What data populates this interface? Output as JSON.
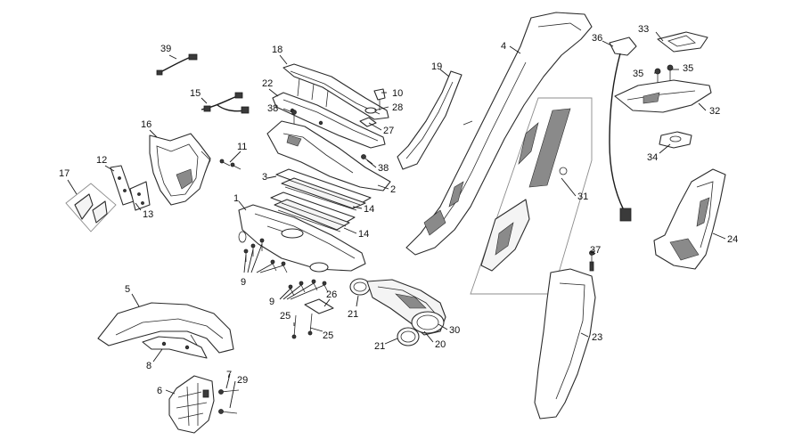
{
  "diagram": {
    "callouts": {
      "c1": "1",
      "c2": "2",
      "c3": "3",
      "c4": "4",
      "c5": "5",
      "c6": "6",
      "c7": "7",
      "c8": "8",
      "c9a": "9",
      "c9b": "9",
      "c10": "10",
      "c11": "11",
      "c12": "12",
      "c13": "13",
      "c14a": "14",
      "c14b": "14",
      "c15": "15",
      "c16": "16",
      "c17": "17",
      "c18": "18",
      "c19": "19",
      "c20": "20",
      "c21a": "21",
      "c21b": "21",
      "c22": "22",
      "c23": "23",
      "c24": "24",
      "c25a": "25",
      "c25b": "25",
      "c26": "26",
      "c27": "27",
      "c28": "28",
      "c29": "29",
      "c30": "30",
      "c31": "31",
      "c32": "32",
      "c33": "33",
      "c34": "34",
      "c35a": "35",
      "c35b": "35",
      "c36": "36",
      "c37": "37",
      "c38a": "38",
      "c38b": "38",
      "c39": "39"
    }
  }
}
